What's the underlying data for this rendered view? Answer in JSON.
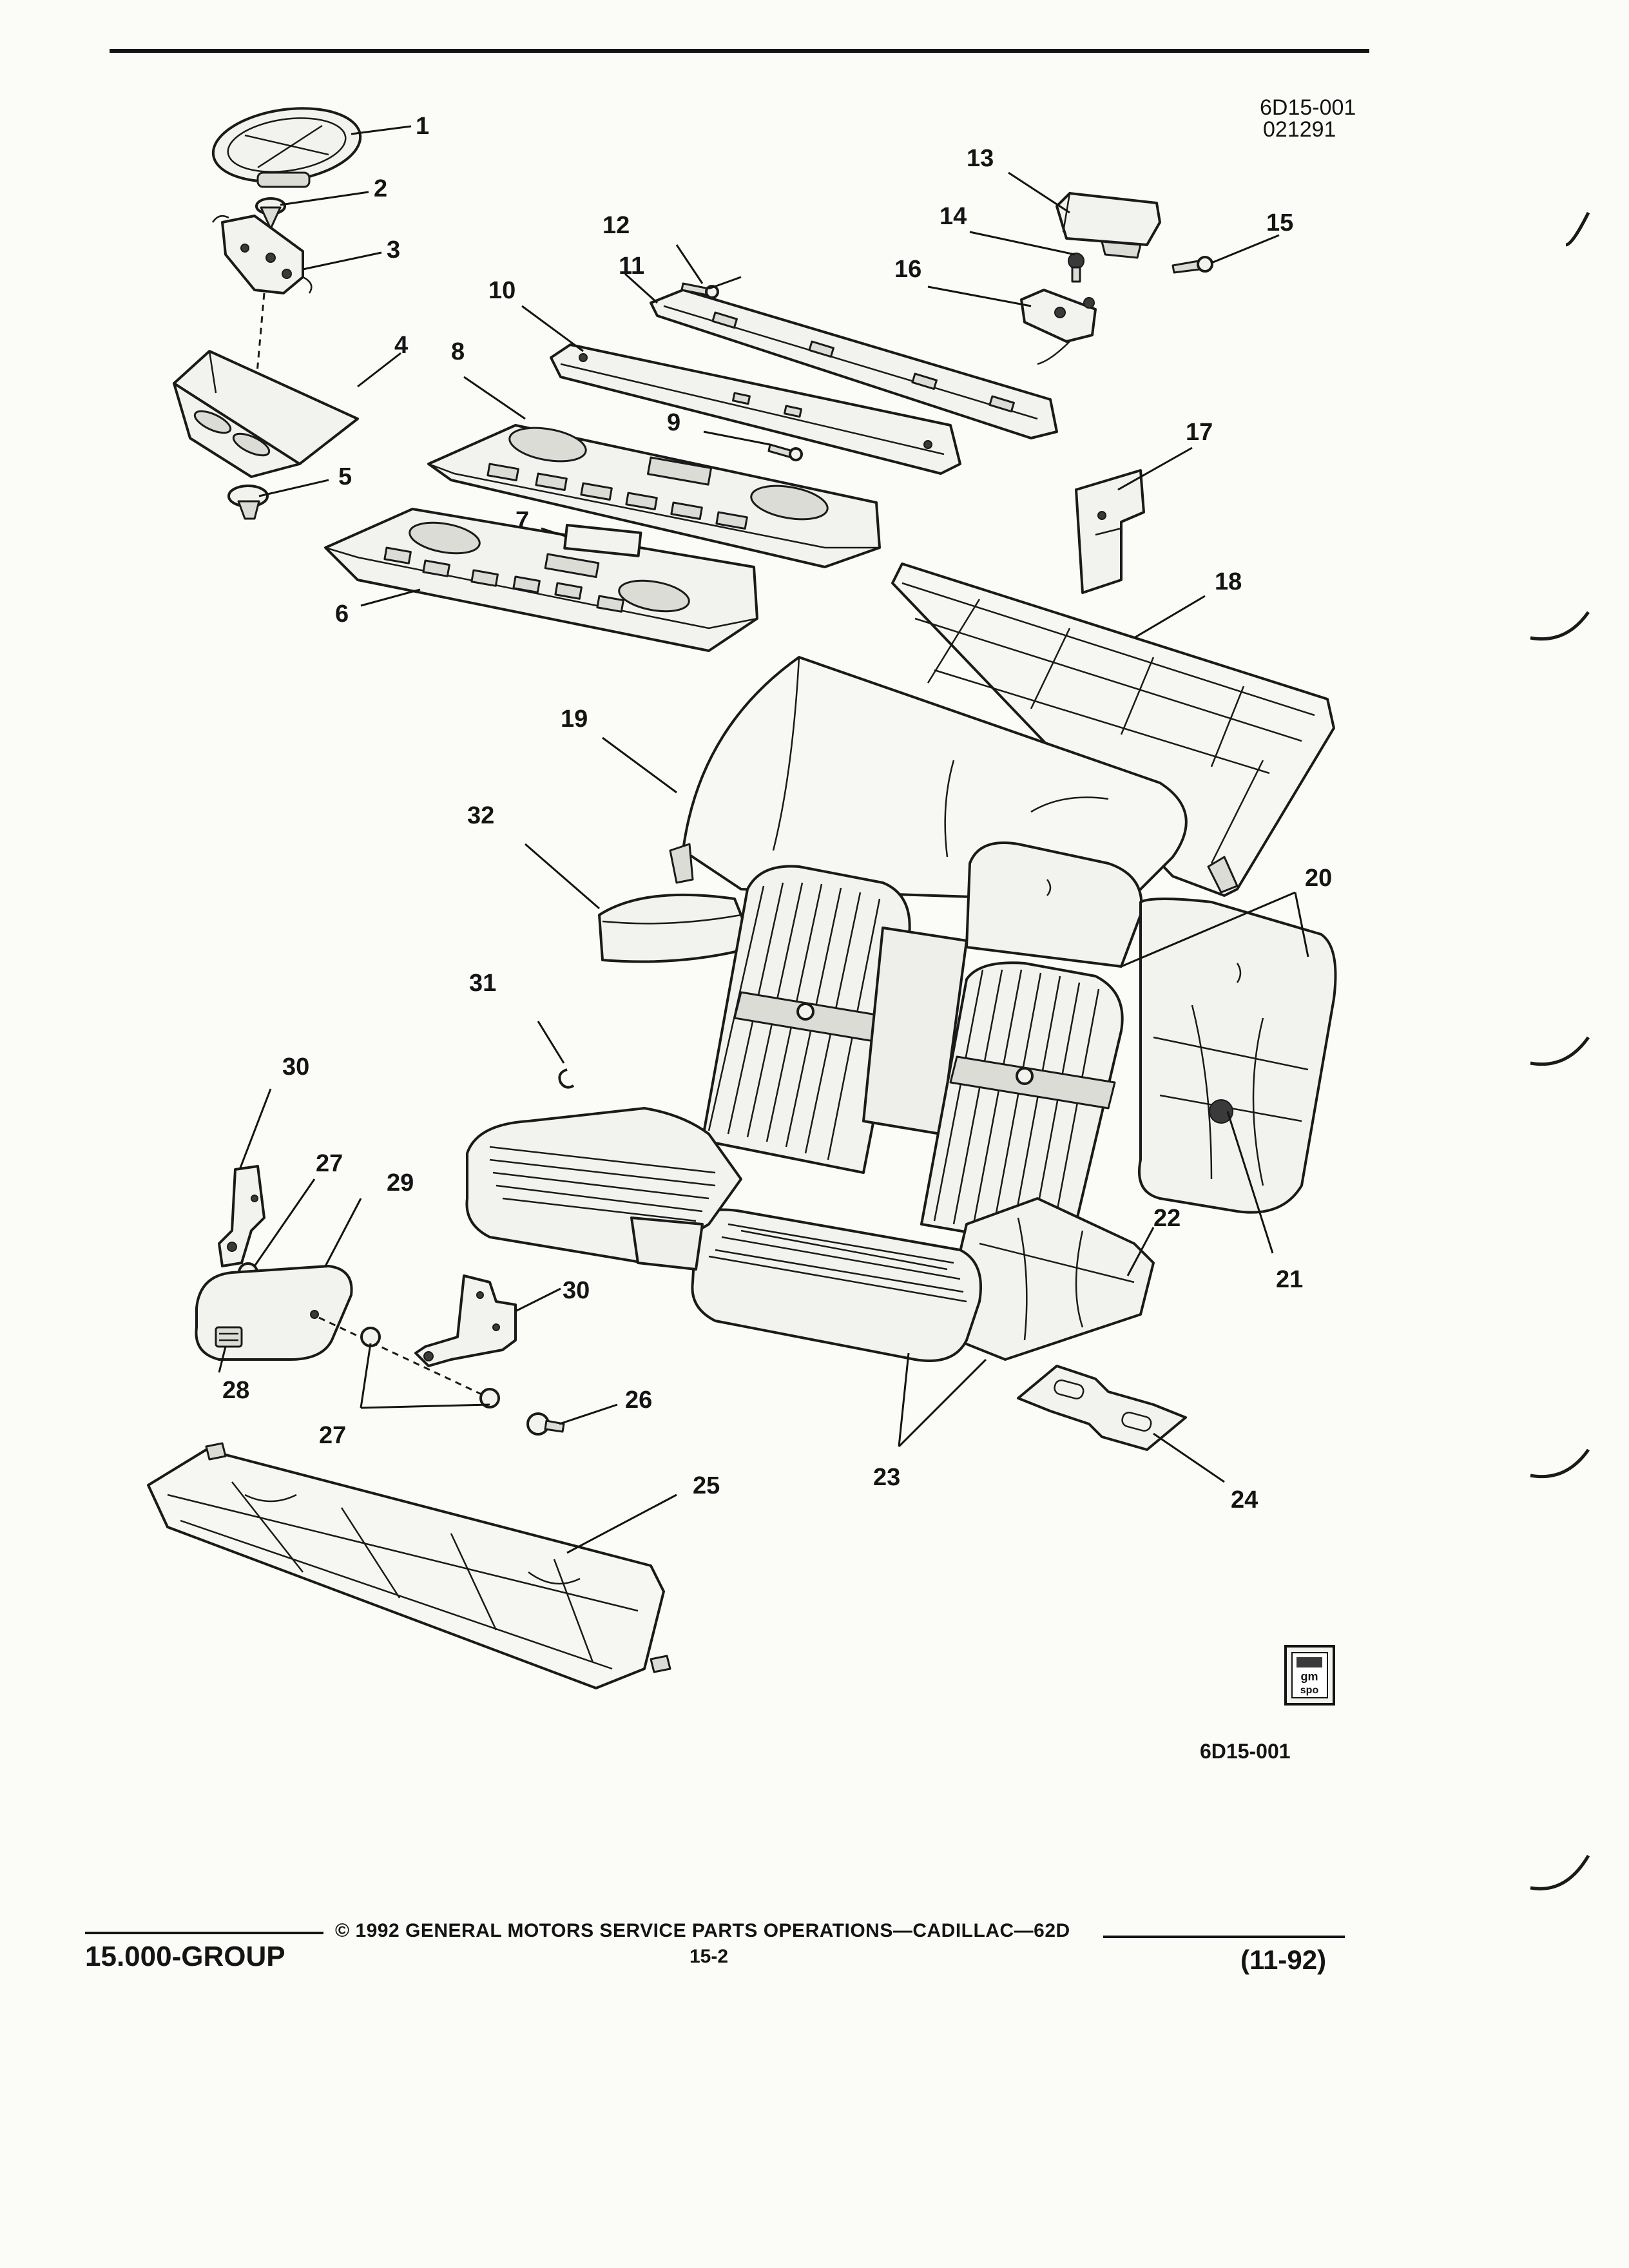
{
  "figure": {
    "ref_code": "6D15-001",
    "ref_date": "021291",
    "bottom_code": "6D15-001"
  },
  "callouts": [
    "1",
    "2",
    "3",
    "4",
    "5",
    "6",
    "7",
    "8",
    "9",
    "10",
    "11",
    "12",
    "13",
    "14",
    "15",
    "16",
    "17",
    "18",
    "19",
    "20",
    "21",
    "22",
    "23",
    "24",
    "25",
    "26",
    "27",
    "27",
    "28",
    "29",
    "30",
    "30",
    "31",
    "32"
  ],
  "badge": {
    "line1": "gm",
    "line2": "spo"
  },
  "footer": {
    "group": "15.000-GROUP",
    "copyright": "© 1992 GENERAL MOTORS SERVICE PARTS OPERATIONS—CADILLAC—62D",
    "page": "15-2",
    "date": "(11-92)"
  }
}
